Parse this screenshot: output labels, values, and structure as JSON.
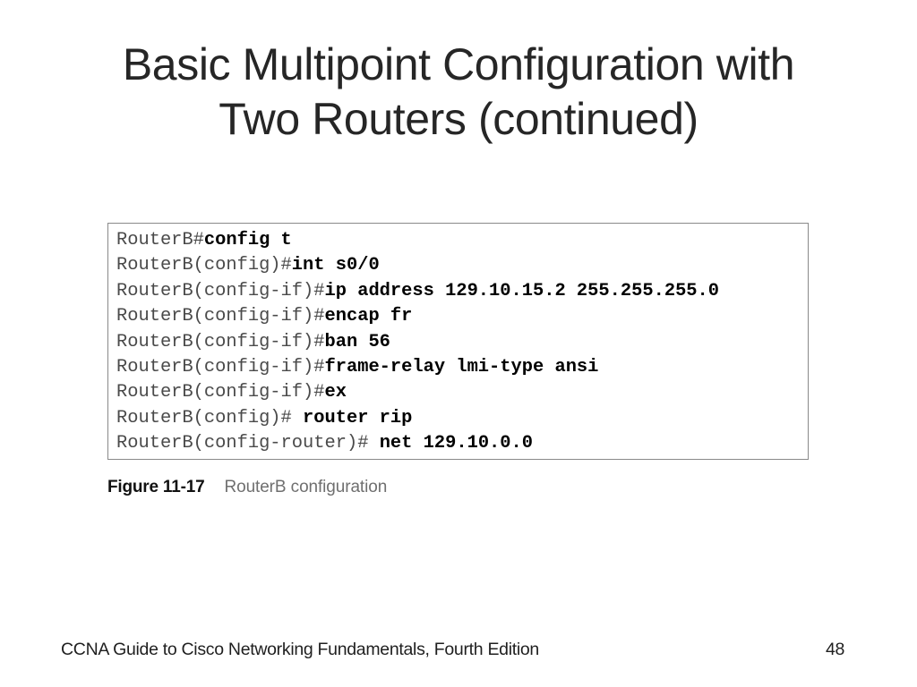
{
  "slide": {
    "title": "Basic Multipoint Configuration with\nTwo Routers (continued)",
    "background_color": "#ffffff",
    "text_color": "#262626"
  },
  "code_figure": {
    "border_color": "#8a8a8a",
    "background_color": "#ffffff",
    "prompt_color": "#4a4a4a",
    "command_color": "#000000",
    "lines": [
      {
        "prompt": "RouterB#",
        "command": "config t"
      },
      {
        "prompt": "RouterB(config)#",
        "command": "int s0/0"
      },
      {
        "prompt": "RouterB(config-if)#",
        "command": "ip address 129.10.15.2 255.255.255.0"
      },
      {
        "prompt": "RouterB(config-if)#",
        "command": "encap fr"
      },
      {
        "prompt": "RouterB(config-if)#",
        "command": "ban 56"
      },
      {
        "prompt": "RouterB(config-if)#",
        "command": "frame-relay lmi-type ansi"
      },
      {
        "prompt": "RouterB(config-if)#",
        "command": "ex"
      },
      {
        "prompt": "RouterB(config)# ",
        "command": "router rip"
      },
      {
        "prompt": "RouterB(config-router)# ",
        "command": "net 129.10.0.0"
      }
    ]
  },
  "figure_caption": {
    "label": "Figure 11-17",
    "text": "RouterB configuration",
    "label_color": "#111111",
    "text_color": "#6f6f6f"
  },
  "footer": {
    "text": "CCNA Guide to Cisco Networking Fundamentals, Fourth Edition",
    "page_number": "48"
  }
}
